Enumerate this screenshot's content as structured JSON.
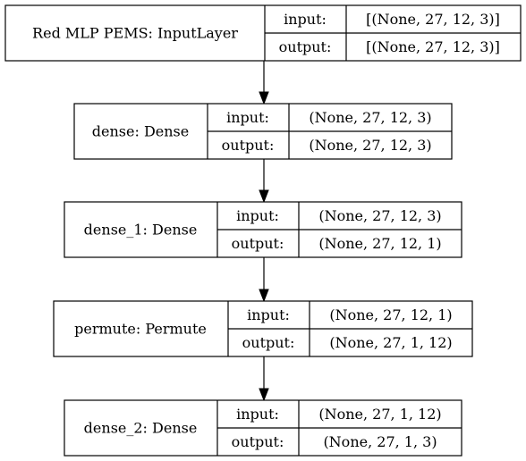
{
  "nodes": [
    {
      "name": "Red MLP PEMS: InputLayer",
      "input_label": "input:",
      "output_label": "output:",
      "input": "[(None, 27, 12, 3)]",
      "output": "[(None, 27, 12, 3)]"
    },
    {
      "name": "dense: Dense",
      "input_label": "input:",
      "output_label": "output:",
      "input": "(None, 27, 12, 3)",
      "output": "(None, 27, 12, 3)"
    },
    {
      "name": "dense_1: Dense",
      "input_label": "input:",
      "output_label": "output:",
      "input": "(None, 27, 12, 3)",
      "output": "(None, 27, 12, 1)"
    },
    {
      "name": "permute: Permute",
      "input_label": "input:",
      "output_label": "output:",
      "input": "(None, 27, 12, 1)",
      "output": "(None, 27, 1, 12)"
    },
    {
      "name": "dense_2: Dense",
      "input_label": "input:",
      "output_label": "output:",
      "input": "(None, 27, 1, 12)",
      "output": "(None, 27, 1, 3)"
    }
  ],
  "edges": [
    {
      "from": 0,
      "to": 1
    },
    {
      "from": 1,
      "to": 2
    },
    {
      "from": 2,
      "to": 3
    },
    {
      "from": 3,
      "to": 4
    }
  ]
}
